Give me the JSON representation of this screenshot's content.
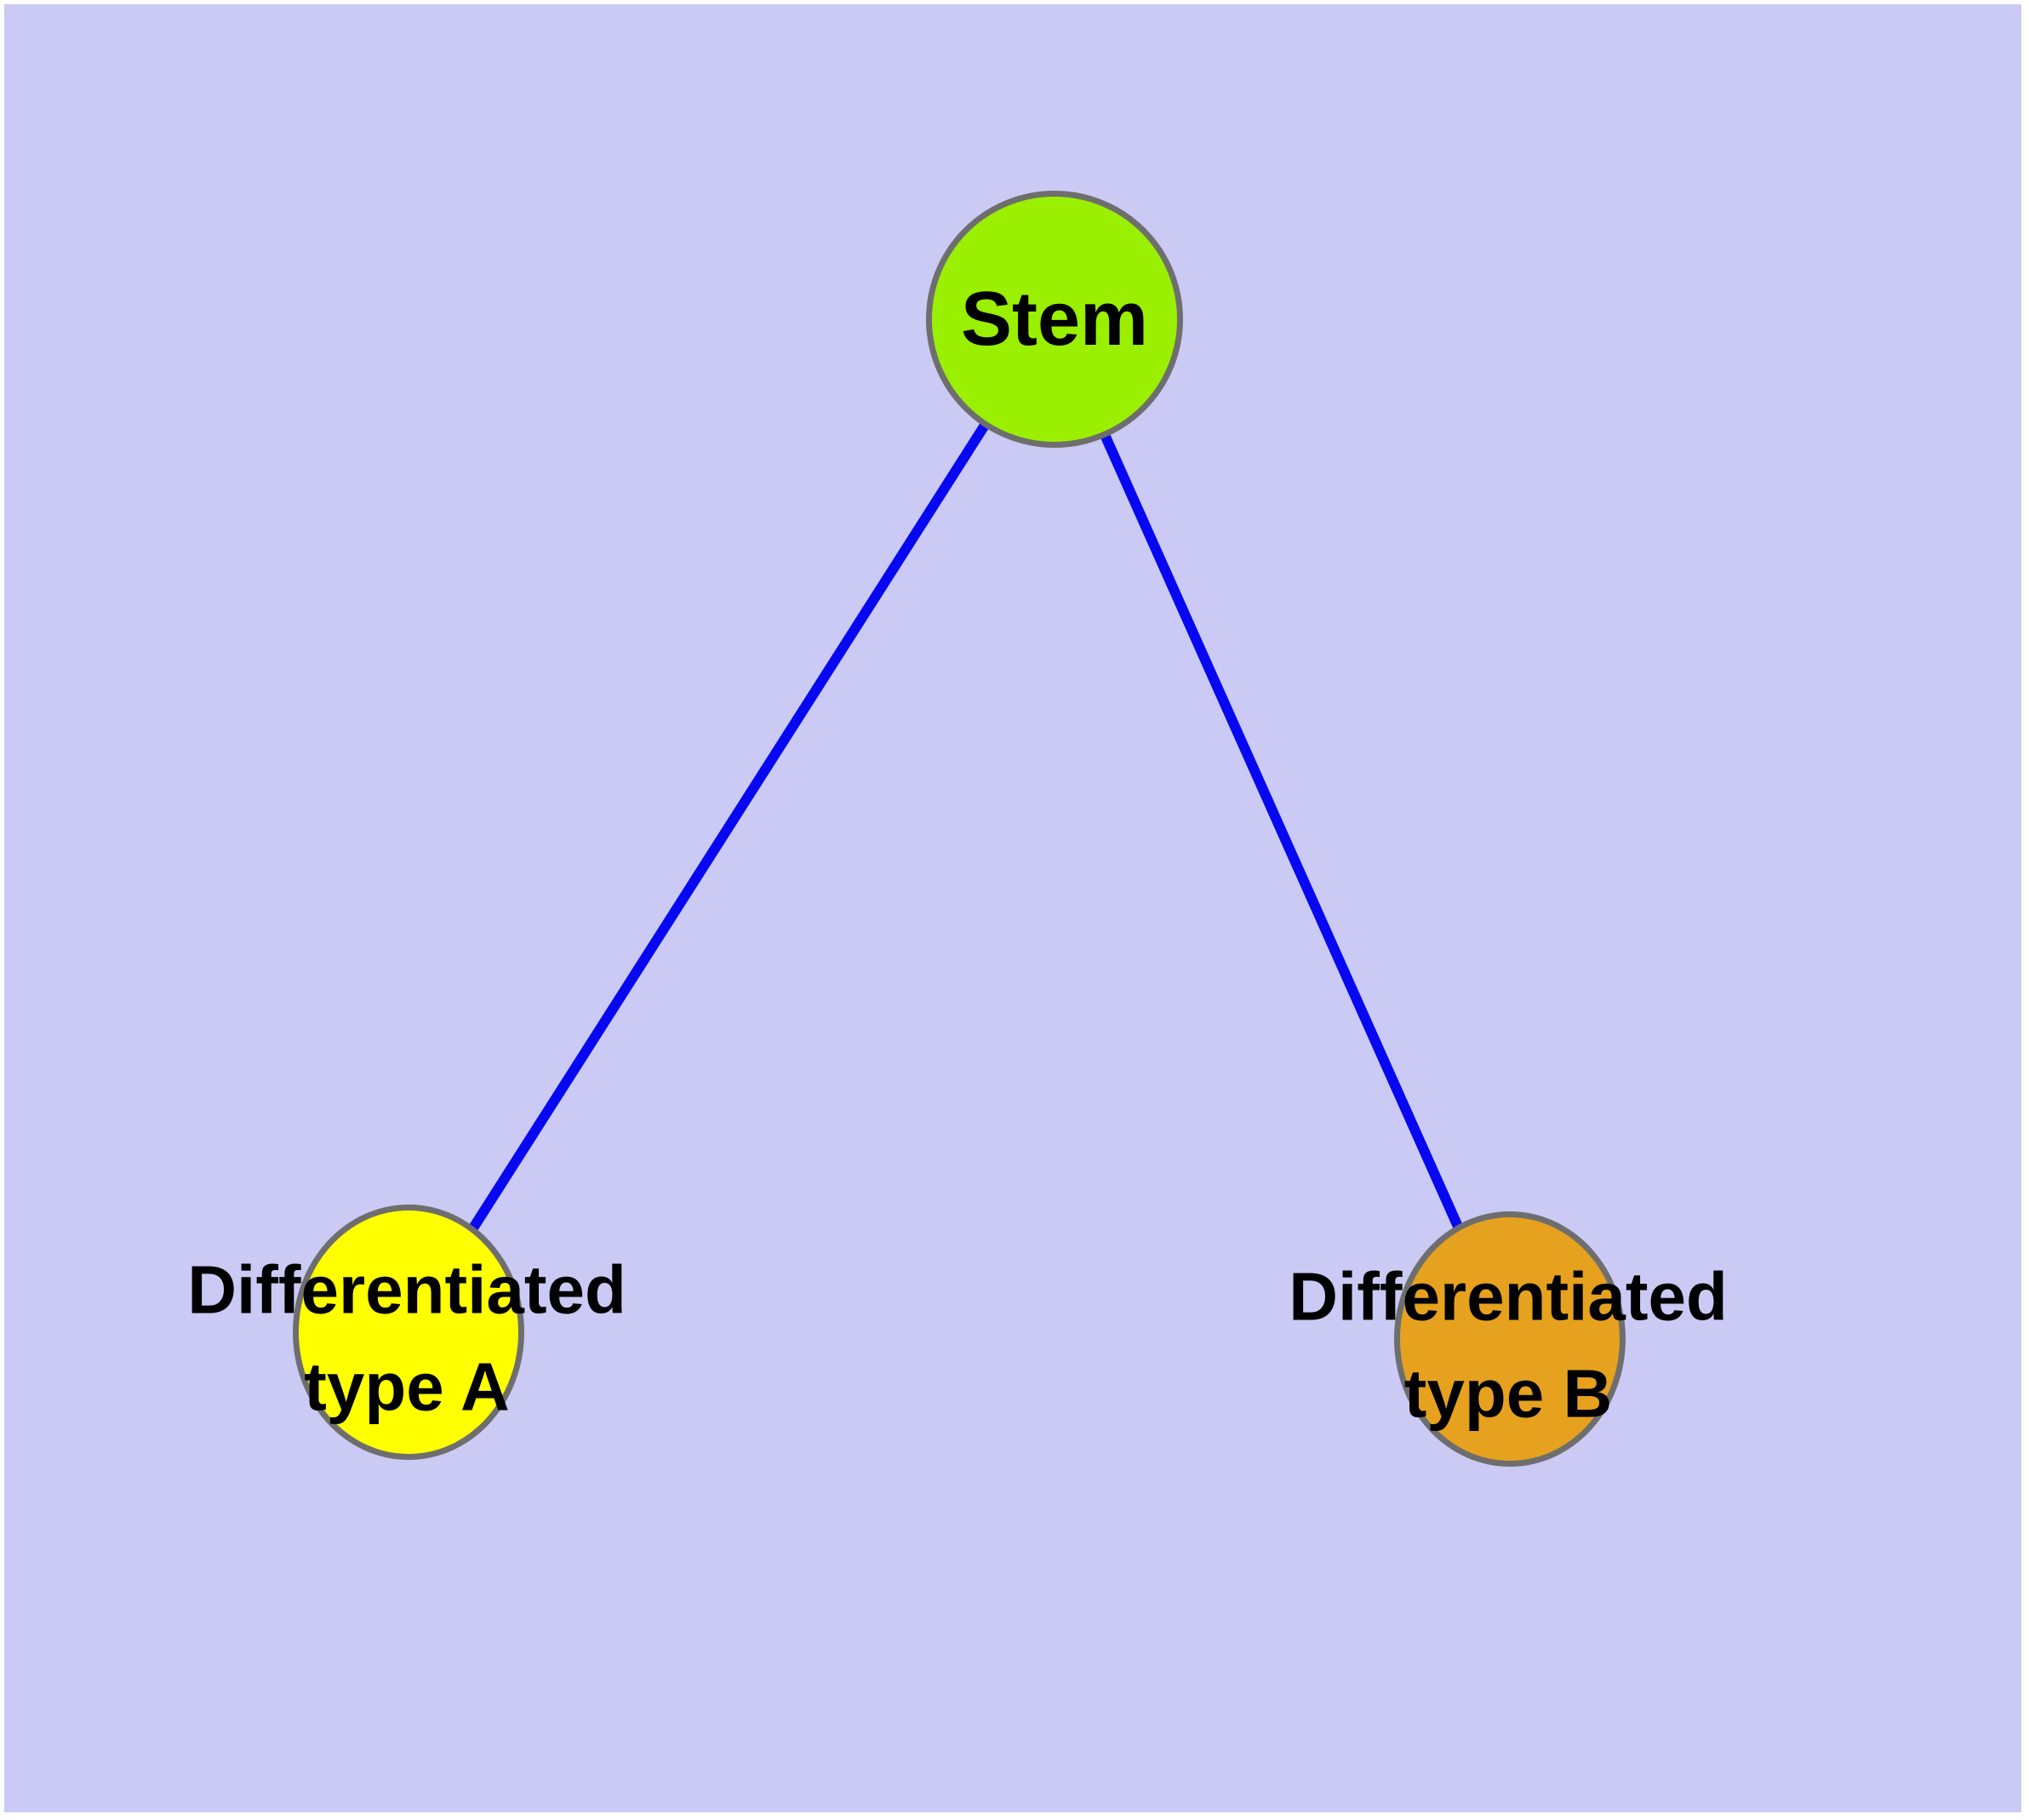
{
  "diagram": {
    "background_color": "#cacaf5",
    "margin_color": "#ffffff",
    "node_border_color": "#6e6e6e",
    "edge_color": "#0707f2",
    "text_color": "#000000",
    "nodes": [
      {
        "id": "stem",
        "label": "Stem",
        "fill": "#9af000"
      },
      {
        "id": "diff-a",
        "label_line1": "Differentiated",
        "label_line2": "type A",
        "fill": "#ffff00"
      },
      {
        "id": "diff-b",
        "label_line1": "Differentiated",
        "label_line2": "type B",
        "fill": "#e6a21e"
      }
    ],
    "edges": [
      {
        "from": "Stem",
        "to": "Differentiated type A"
      },
      {
        "from": "Stem",
        "to": "Differentiated type B"
      }
    ]
  }
}
